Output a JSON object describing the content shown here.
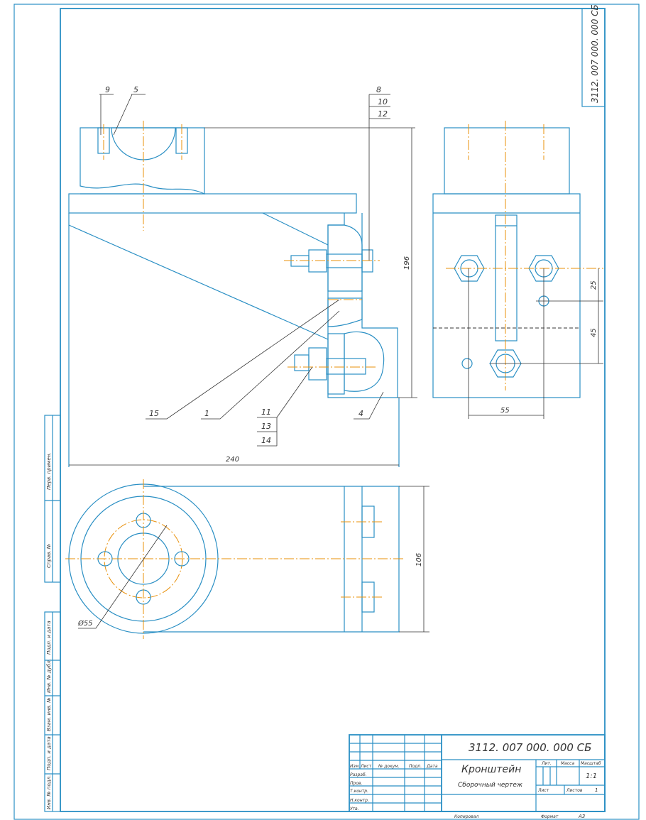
{
  "drawing": {
    "designation": "3112. 007 000. 000 СБ",
    "title": "Кронштейн",
    "subtitle": "Сборочный чертеж",
    "scale": "1:1",
    "sheet": "1",
    "copied": "Копировал",
    "format_label": "Формат",
    "format": "А3"
  },
  "title_block": {
    "headers": [
      "Изм.",
      "Лист",
      "№ докум.",
      "Подп.",
      "Дата"
    ],
    "roles": [
      "Разраб.",
      "Пров.",
      "Т.контр.",
      "Н.контр.",
      "Утв."
    ],
    "lit": "Лит.",
    "mass": "Масса",
    "scale_label": "Масштаб",
    "sheet_label": "Лист",
    "sheets_label": "Листов"
  },
  "margin_labels": [
    "Перв. примен.",
    "Справ. №",
    "Подп. и дата",
    "Инв. № дубл.",
    "Взам. инв. №",
    "Подп. и дата",
    "Инв. № подл."
  ],
  "positions": [
    "9",
    "5",
    "8",
    "10",
    "12",
    "15",
    "1",
    "11",
    "13",
    "14",
    "4"
  ],
  "dimensions": {
    "d196": "196",
    "d240": "240",
    "d25": "25",
    "d45": "45",
    "d55": "55",
    "d106": "106",
    "dia55": "Ø55"
  },
  "colors": {
    "line": "#2a8fc4",
    "center": "#e8900a",
    "text": "#333333"
  }
}
